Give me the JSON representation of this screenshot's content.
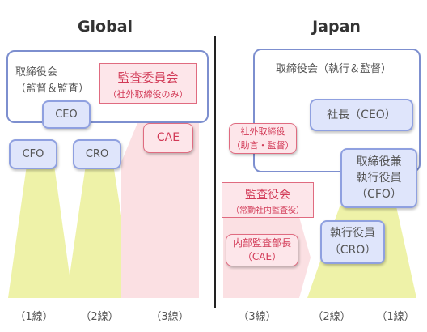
{
  "global": {
    "title": "Global",
    "board_line1": "取締役会",
    "board_line2": "（監督＆監査）",
    "audit_committee_title": "監査委員会",
    "audit_committee_sub": "（社外取締役のみ）",
    "ceo": "CEO",
    "cfo": "CFO",
    "cro": "CRO",
    "cae": "CAE",
    "lines": [
      "（1線）",
      "（2線）",
      "（3線）"
    ]
  },
  "japan": {
    "title": "Japan",
    "board": "取締役会（執行＆監督）",
    "president": "社長（CEO）",
    "outside_director_line1": "社外取締役",
    "outside_director_line2": "（助言・監督）",
    "director_cfo_line1": "取締役兼",
    "director_cfo_line2": "執行役員",
    "director_cfo_line3": "（CFO）",
    "auditor_title": "監査役会",
    "auditor_sub": "（常勤社内監査役）",
    "internal_audit_line1": "内部監査部長",
    "internal_audit_line2": "（CAE）",
    "officer_cro_line1": "執行役員",
    "officer_cro_line2": "（CRO）",
    "lines": [
      "（3線）",
      "（2線）",
      "（1線）"
    ]
  },
  "colors": {
    "node_fill": "#dfe5fb",
    "node_border": "#8fa0e0",
    "board_border": "#7d8fcf",
    "pink_fill": "#fde6ea",
    "pink_border": "#e06b80",
    "pink_text": "#d23a57",
    "beam_yellow": "#eef2a8",
    "beam_pink": "#fbe0e3"
  }
}
